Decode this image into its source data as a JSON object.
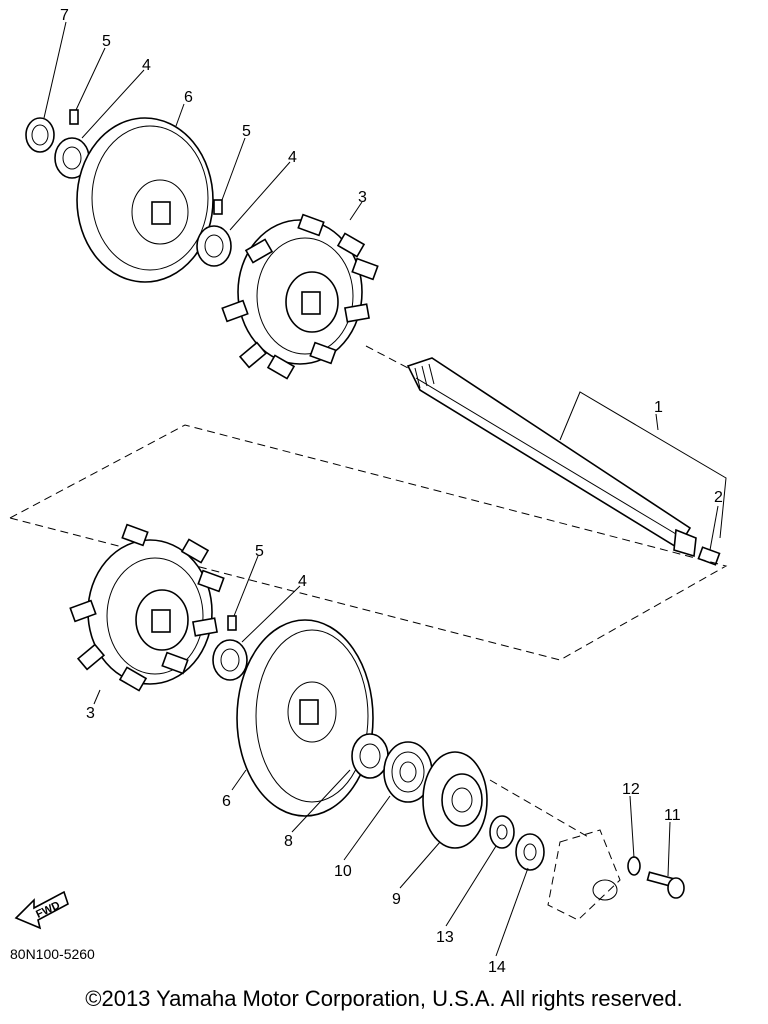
{
  "diagram": {
    "part_numbers": {
      "p1": "1",
      "p2": "2",
      "p3_upper": "3",
      "p3_lower": "3",
      "p4_top": "4",
      "p4_mid": "4",
      "p4_low": "4",
      "p5_top": "5",
      "p5_mid": "5",
      "p5_low": "5",
      "p6_upper": "6",
      "p6_lower": "6",
      "p7": "7",
      "p8": "8",
      "p9": "9",
      "p10": "10",
      "p11": "11",
      "p12": "12",
      "p13": "13",
      "p14": "14"
    },
    "fwd_label": "FWD",
    "drawing_code": "80N100-5260",
    "copyright": "©2013 Yamaha Motor Corporation, U.S.A. All rights reserved."
  }
}
